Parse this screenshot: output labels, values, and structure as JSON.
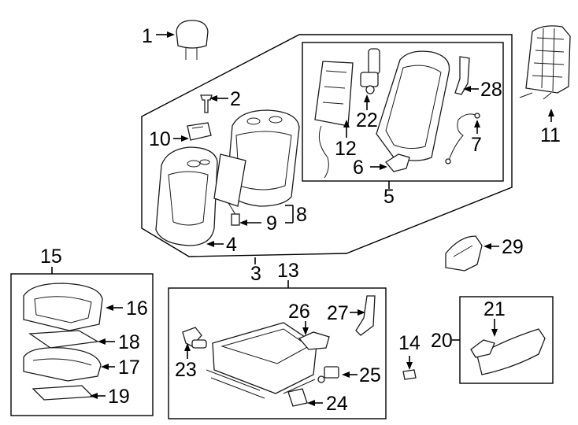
{
  "diagram": {
    "callouts": [
      {
        "id": "1",
        "text": "1"
      },
      {
        "id": "2",
        "text": "2"
      },
      {
        "id": "3",
        "text": "3"
      },
      {
        "id": "4",
        "text": "4"
      },
      {
        "id": "5",
        "text": "5"
      },
      {
        "id": "6",
        "text": "6"
      },
      {
        "id": "7",
        "text": "7"
      },
      {
        "id": "8",
        "text": "8"
      },
      {
        "id": "9",
        "text": "9"
      },
      {
        "id": "10",
        "text": "10"
      },
      {
        "id": "11",
        "text": "11"
      },
      {
        "id": "12",
        "text": "12"
      },
      {
        "id": "13",
        "text": "13"
      },
      {
        "id": "14",
        "text": "14"
      },
      {
        "id": "15",
        "text": "15"
      },
      {
        "id": "16",
        "text": "16"
      },
      {
        "id": "17",
        "text": "17"
      },
      {
        "id": "18",
        "text": "18"
      },
      {
        "id": "19",
        "text": "19"
      },
      {
        "id": "20",
        "text": "20"
      },
      {
        "id": "21",
        "text": "21"
      },
      {
        "id": "22",
        "text": "22"
      },
      {
        "id": "23",
        "text": "23"
      },
      {
        "id": "24",
        "text": "24"
      },
      {
        "id": "25",
        "text": "25"
      },
      {
        "id": "26",
        "text": "26"
      },
      {
        "id": "27",
        "text": "27"
      },
      {
        "id": "28",
        "text": "28"
      },
      {
        "id": "29",
        "text": "29"
      }
    ],
    "colors": {
      "line": "#000000",
      "background": "#ffffff"
    }
  }
}
